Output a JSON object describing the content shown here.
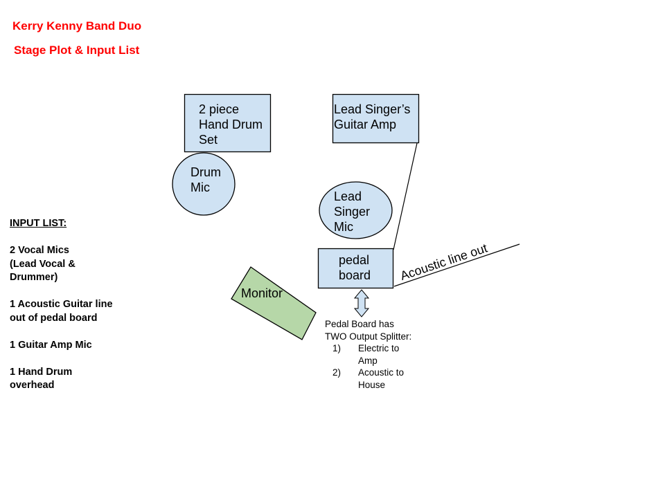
{
  "header": {
    "title": "Kerry Kenny Band Duo",
    "subtitle": "Stage Plot & Input List"
  },
  "stage": {
    "drum_set": [
      "2 piece",
      "Hand Drum",
      "Set"
    ],
    "guitar_amp": [
      "Lead Singer’s",
      "Guitar Amp"
    ],
    "drum_mic": [
      "Drum",
      "Mic"
    ],
    "lead_mic": [
      "Lead",
      "Singer",
      "Mic"
    ],
    "pedal_board": [
      "pedal",
      "board"
    ],
    "monitor": "Monitor",
    "acoustic_line": "Acoustic line out",
    "pedal_note": {
      "line1": "Pedal Board has",
      "line2": "TWO Output Splitter:",
      "items": [
        {
          "num": "1)",
          "text": [
            "Electric to",
            "Amp"
          ]
        },
        {
          "num": "2)",
          "text": [
            "Acoustic to",
            "House"
          ]
        }
      ]
    }
  },
  "input_list": {
    "heading": "INPUT LIST:",
    "items": [
      [
        "2 Vocal Mics",
        "(Lead Vocal &",
        "Drummer)"
      ],
      [
        "1 Acoustic Guitar line",
        "out of pedal board"
      ],
      [
        "1 Guitar Amp Mic"
      ],
      [
        "1 Hand Drum",
        "overhead"
      ]
    ]
  },
  "colors": {
    "title": "#ff0000",
    "shape_blue": "#cfe2f3",
    "monitor_green": "#b6d7a8"
  }
}
